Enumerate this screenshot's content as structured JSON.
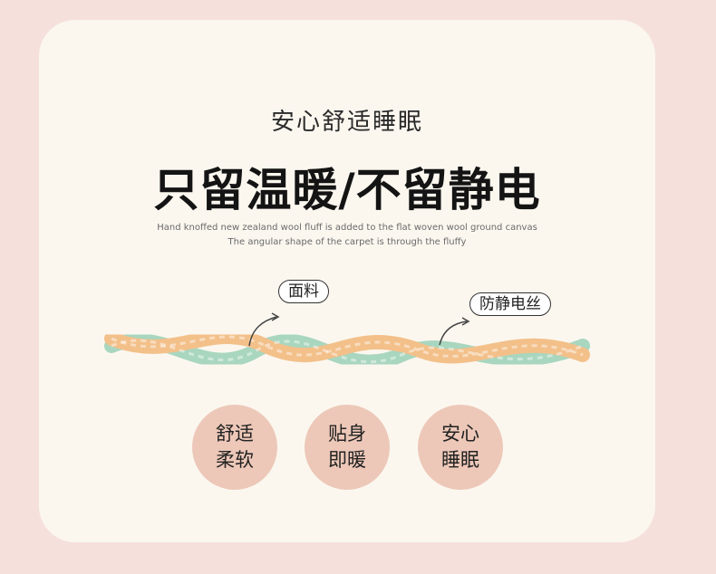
{
  "subtitle": "安心舒适睡眠",
  "headline": "只留温暖/不留静电",
  "description": {
    "line1": "Hand knoffed new zealand wool fluff is added to the flat woven wool ground canvas",
    "line2": "The angular shape of the carpet is through the fluffy"
  },
  "labels": {
    "fabric": "面料",
    "antistatic": "防静电丝"
  },
  "badges": [
    {
      "line1": "舒适",
      "line2": "柔软"
    },
    {
      "line1": "贴身",
      "line2": "即暖"
    },
    {
      "line1": "安心",
      "line2": "睡眠"
    }
  ],
  "colors": {
    "background": "#f5e0dc",
    "card": "#fbf7ef",
    "strand_green": "#a9d6bf",
    "strand_orange": "#f3c08a",
    "badge": "#edc8b8"
  }
}
